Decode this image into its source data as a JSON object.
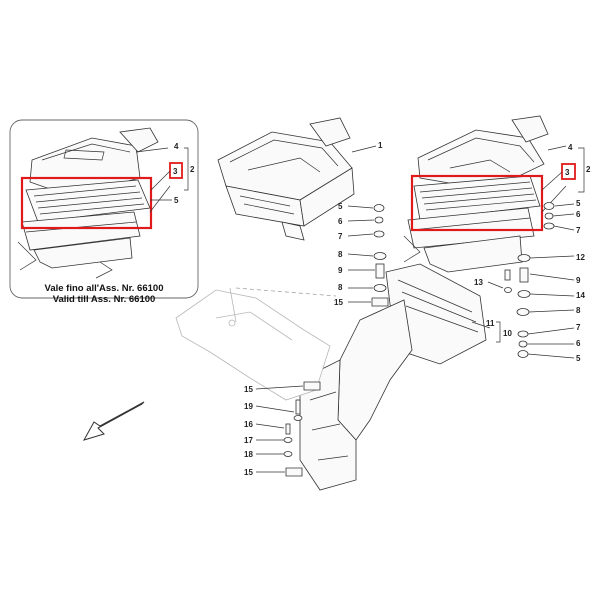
{
  "inset": {
    "caption_line1": "Vale fino all'Ass. Nr. 66100",
    "caption_line2": "Valid till Ass. Nr. 66100"
  },
  "callouts": {
    "n1": "1",
    "n2": "2",
    "n3": "3",
    "n4": "4",
    "n5": "5",
    "n6": "6",
    "n7": "7",
    "n8": "8",
    "n9": "9",
    "n10": "10",
    "n11": "11",
    "n12": "12",
    "n13": "13",
    "n14": "14",
    "n15": "15",
    "n16": "16",
    "n17": "17",
    "n18": "18",
    "n19": "19"
  },
  "colors": {
    "highlight": "#e01a1a",
    "line": "#333333",
    "ghost": "#b8b8b8"
  },
  "direction_icon": "arrow-down-left-icon"
}
